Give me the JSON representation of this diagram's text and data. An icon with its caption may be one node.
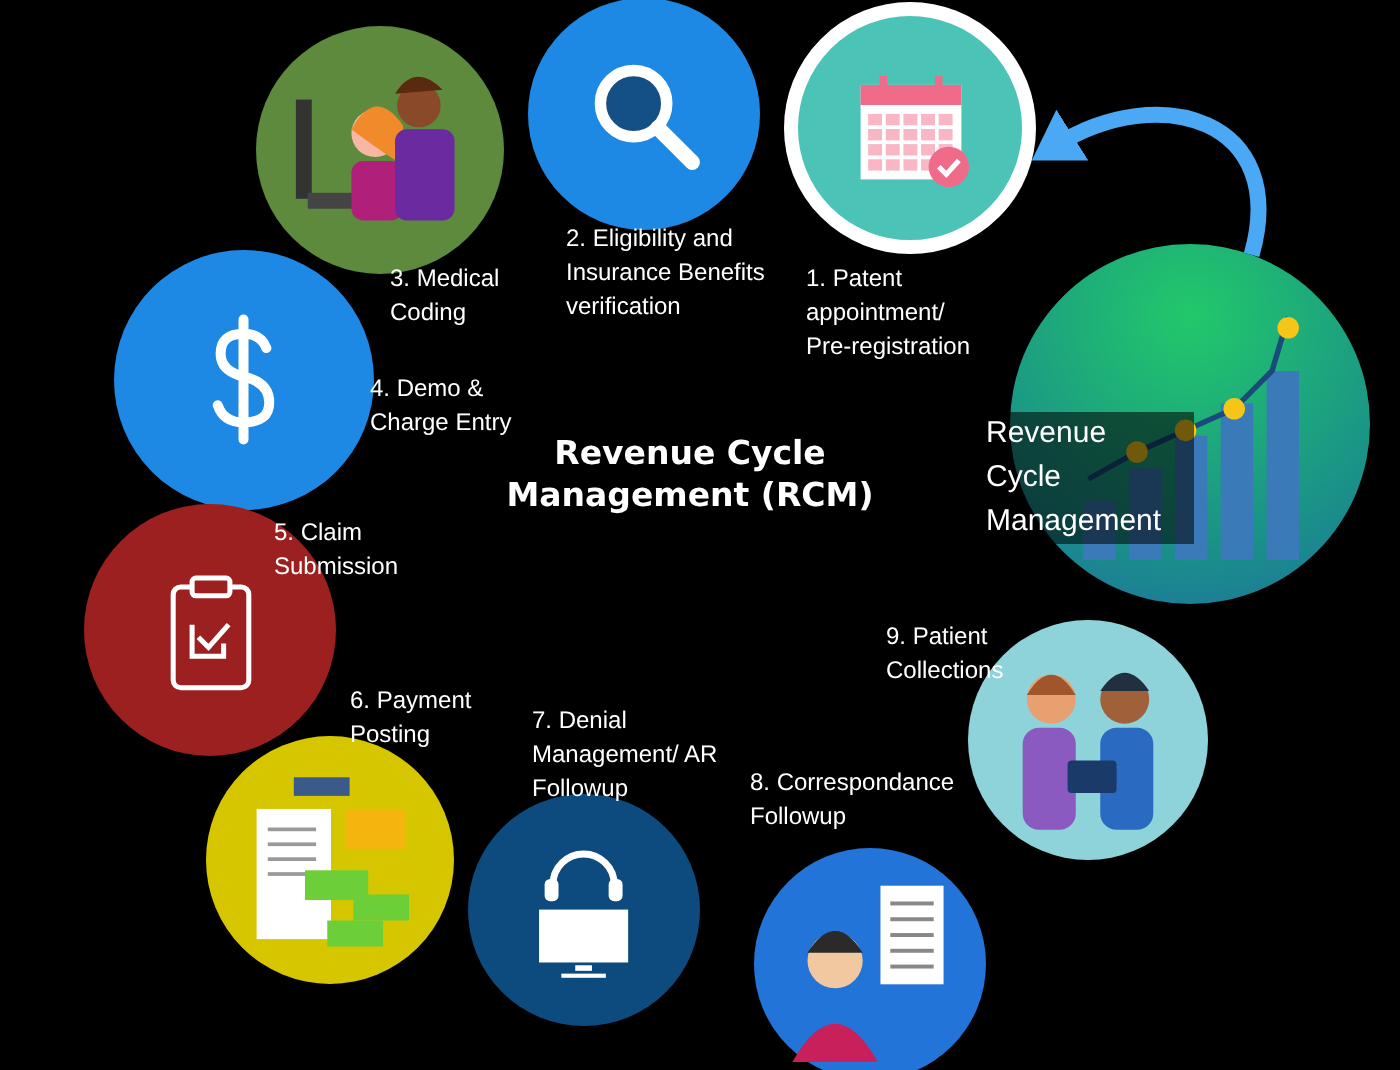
{
  "diagram": {
    "title": "Revenue Cycle Management (RCM)",
    "nodes": [
      {
        "text": [],
        "shape": "circle",
        "beside": [
          "1. Patent appointment/ Pre-registration"
        ]
      },
      {
        "text": [],
        "shape": "circle",
        "beside": [
          "2. Eligibility and Insurance Benefits verification"
        ]
      },
      {
        "text": [],
        "shape": "circle",
        "beside": [
          "3. Medical Coding"
        ]
      },
      {
        "text": [],
        "shape": "circle",
        "beside": [
          "4. Demo & Charge Entry"
        ]
      },
      {
        "text": [],
        "shape": "circle",
        "beside": [
          "5. Claim Submission"
        ]
      },
      {
        "text": [],
        "shape": "circle",
        "beside": [
          "6. Payment Posting"
        ]
      },
      {
        "text": [],
        "shape": "circle",
        "beside": [
          "7. Denial Management/ AR Followup"
        ]
      },
      {
        "text": [],
        "shape": "circle",
        "beside": [
          "8. Correspondance Followup"
        ]
      },
      {
        "text": [],
        "shape": "circle",
        "beside": [
          "9. Patient Collections"
        ]
      },
      {
        "text": [
          "Revenue Cycle Management"
        ]
      }
    ],
    "edges": [
      {
        "from": 9,
        "to": 0,
        "arrow": "to"
      }
    ]
  }
}
